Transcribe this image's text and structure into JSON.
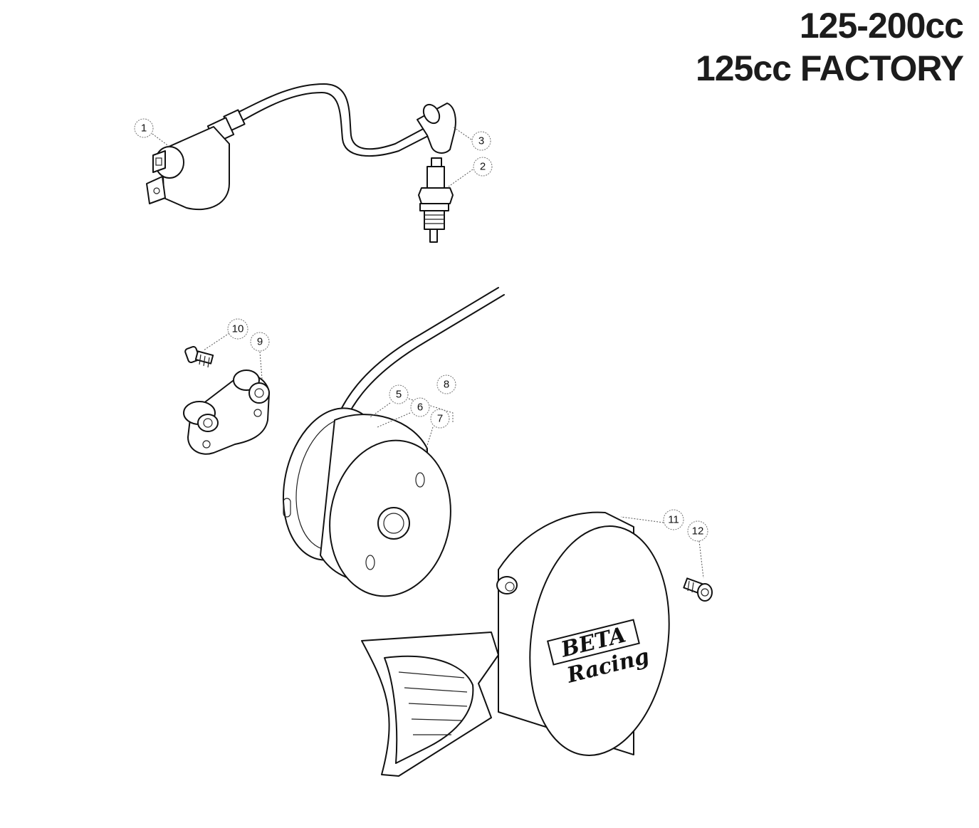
{
  "title": {
    "line1": "125-200cc",
    "line2": "125cc FACTORY"
  },
  "callouts": [
    {
      "id": "1",
      "part": "ignition-coil"
    },
    {
      "id": "2",
      "part": "spark-plug"
    },
    {
      "id": "3",
      "part": "spark-plug-cap"
    },
    {
      "id": "5",
      "part": "stator"
    },
    {
      "id": "6",
      "part": "stator-part"
    },
    {
      "id": "7",
      "part": "flywheel-rotor"
    },
    {
      "id": "8",
      "part": "flywheel-assembly"
    },
    {
      "id": "9",
      "part": "mounting-bracket"
    },
    {
      "id": "10",
      "part": "bracket-screw"
    },
    {
      "id": "11",
      "part": "flywheel-cover"
    },
    {
      "id": "12",
      "part": "cover-screw"
    }
  ],
  "logo": {
    "brand": "BETA",
    "script": "Racing"
  }
}
